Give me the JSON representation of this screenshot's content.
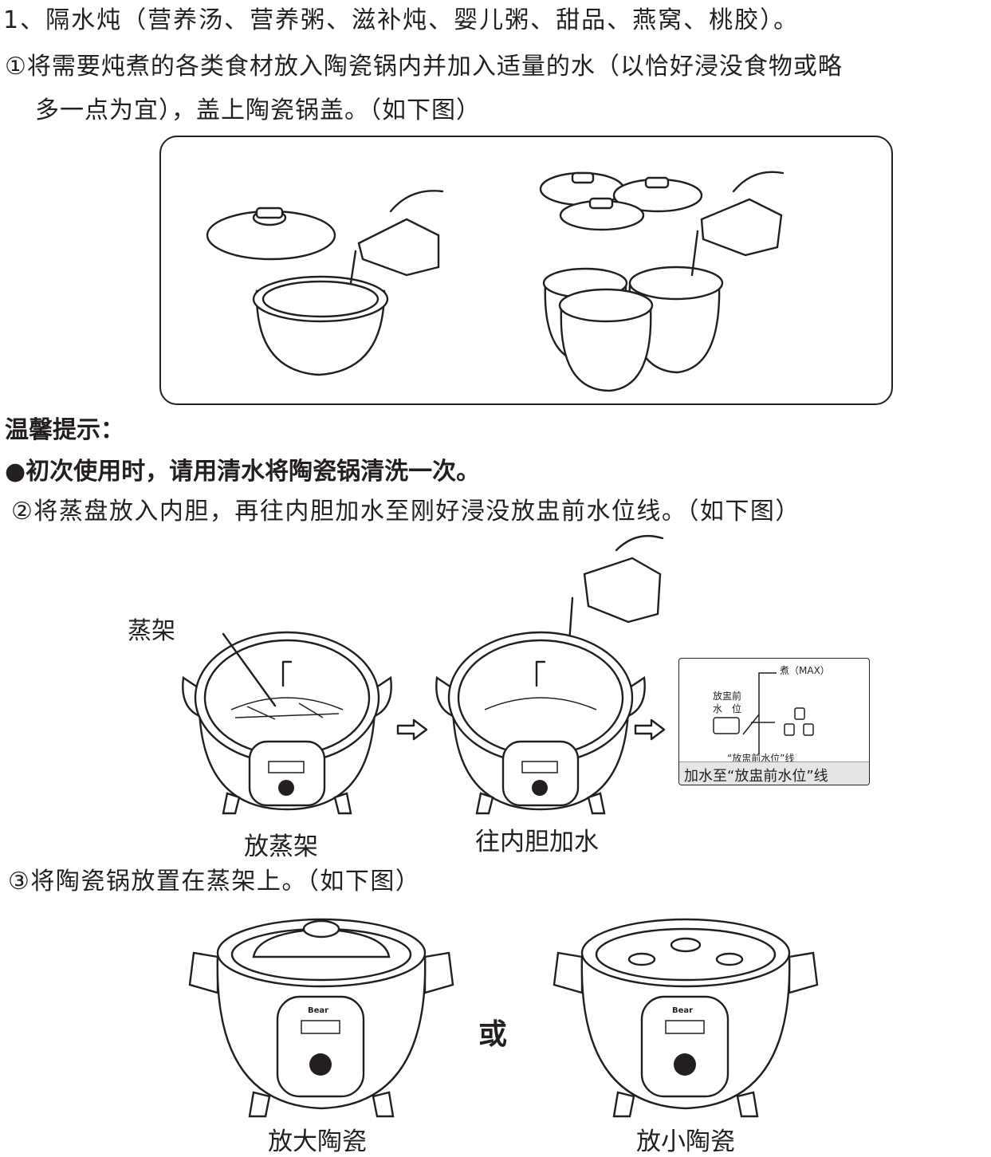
{
  "section1": {
    "heading": "1、隔水炖（营养汤、营养粥、滋补炖、婴儿粥、甜品、燕窝、桃胶）。",
    "step1_line1": "①将需要炖煮的各类食材放入陶瓷锅内并加入适量的水（以恰好浸没食物或略",
    "step1_line2": "多一点为宜），盖上陶瓷锅盖。（如下图）"
  },
  "tips": {
    "title": "温馨提示：",
    "item": "●初次使用时，请用清水将陶瓷锅清洗一次。"
  },
  "section2": {
    "step2": "②将蒸盘放入内胆，再往内胆加水至刚好浸没放盅前水位线。（如下图）",
    "label_rack": "蒸架",
    "caption_left": "放蒸架",
    "caption_mid": "往内胆加水",
    "inset": {
      "max_label": "煮（MAX）",
      "pre_label_line1": "放盅前",
      "pre_label_line2": "水　位",
      "line_label": "“放盅前水位”线",
      "bar_text": "加水至“放盅前水位”线"
    }
  },
  "section3": {
    "step3": "③将陶瓷锅放置在蒸架上。（如下图）",
    "or": "或",
    "caption_left": "放大陶瓷",
    "caption_right": "放小陶瓷"
  },
  "brand": "Bear"
}
